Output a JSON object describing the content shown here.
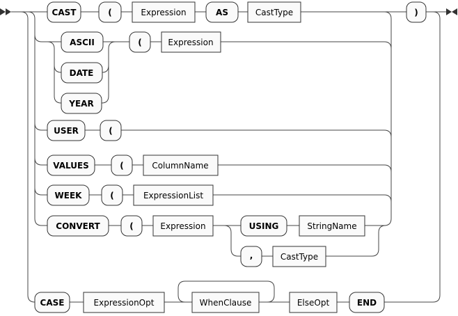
{
  "diagram": {
    "keywords": {
      "cast": "CAST",
      "ascii": "ASCII",
      "date": "DATE",
      "year": "YEAR",
      "user": "USER",
      "values": "VALUES",
      "week": "WEEK",
      "convert": "CONVERT",
      "case": "CASE",
      "as": "AS",
      "using": "USING",
      "end": "END",
      "lparen": "(",
      "rparen": ")",
      "comma": ","
    },
    "nonterminals": {
      "expression": "Expression",
      "cast_type": "CastType",
      "column_name": "ColumnName",
      "expression_list": "ExpressionList",
      "string_name": "StringName",
      "expression_opt": "ExpressionOpt",
      "when_clause": "WhenClause",
      "else_opt": "ElseOpt"
    }
  }
}
